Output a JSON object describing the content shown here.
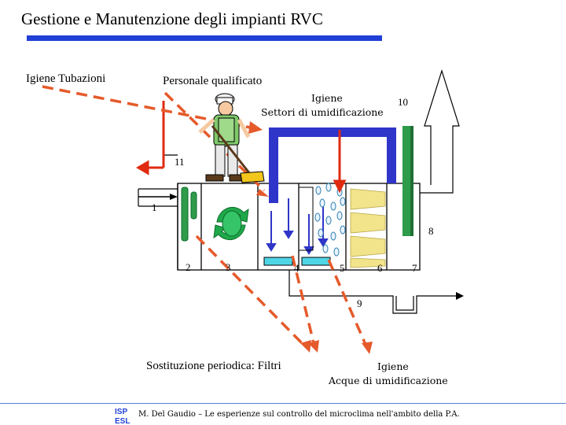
{
  "title": "Gestione e Manutenzione degli impianti RVC",
  "labels": {
    "igiene_tubazioni": "Igiene Tubazioni",
    "personale": "Personale qualificato",
    "igiene_settori_1": "Igiene",
    "igiene_settori_2": "Settori di umidificazione",
    "filtri": "Sostituzione periodica:  Filtri",
    "igiene_acque_1": "Igiene",
    "igiene_acque_2": "Acque di umidificazione"
  },
  "numbers": {
    "n1": "1",
    "n2": "2",
    "n3": "3",
    "n4": "4",
    "n5": "5",
    "n6": "6",
    "n7": "7",
    "n8": "8",
    "n9": "9",
    "n10": "10",
    "n11": "11"
  },
  "footer": {
    "text": "M. Del Gaudio – Le esperienze sul controllo del microclima nell'ambito della P.A.",
    "logo_top": "ISP",
    "logo_bottom": "ESL"
  },
  "colors": {
    "title_rule": "#1f3fd6",
    "duct_blue": "#2f35c9",
    "arrow_red": "#e02a10",
    "dashed_red": "#e55a2b",
    "fan_green": "#1fa84a",
    "pad_yellow": "#f2e48a",
    "filter_cyan": "#4fd6e6",
    "cooler_green": "#2e9c4a"
  }
}
